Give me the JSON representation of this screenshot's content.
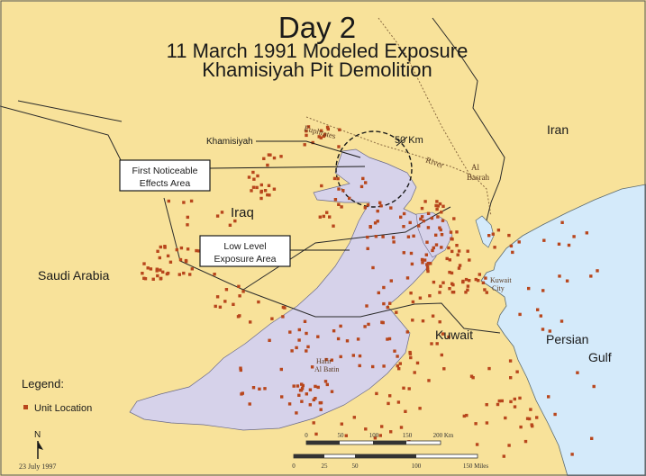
{
  "title": {
    "line1": "Day 2",
    "line2": "11 March 1991 Modeled Exposure",
    "line3": "Khamisiyah Pit Demolition"
  },
  "places": {
    "iran": "Iran",
    "iraq": "Iraq",
    "saudi_arabia": "Saudi Arabia",
    "kuwait": "Kuwait",
    "persian": "Persian",
    "gulf": "Gulf",
    "khamisiyah": "Khamisiyah",
    "euphrates": "Euphrates",
    "river": "River",
    "al_basrah_1": "Al",
    "al_basrah_2": "Basrah",
    "kuwait_city_1": "Kuwait",
    "kuwait_city_2": "City",
    "hafir_1": "Hafir",
    "hafir_2": "Al Batin",
    "radius": "50 Km"
  },
  "callouts": {
    "first_noticeable_1": "First Noticeable",
    "first_noticeable_2": "Effects Area",
    "low_level_1": "Low Level",
    "low_level_2": "Exposure Area"
  },
  "legend": {
    "title": "Legend:",
    "unit_location": "Unit Location"
  },
  "scale": {
    "km_ticks": [
      "0",
      "50",
      "100",
      "150",
      "200 Km"
    ],
    "mile_ticks": [
      "0",
      "25",
      "50",
      "100",
      "150 Miles"
    ]
  },
  "north": "N",
  "date": "23 July 1997",
  "colors": {
    "land": "#f8e29a",
    "water": "#d4eafa",
    "plume": "#d6d2ea",
    "unit": "#b8461c",
    "border": "#2a2a2a"
  }
}
